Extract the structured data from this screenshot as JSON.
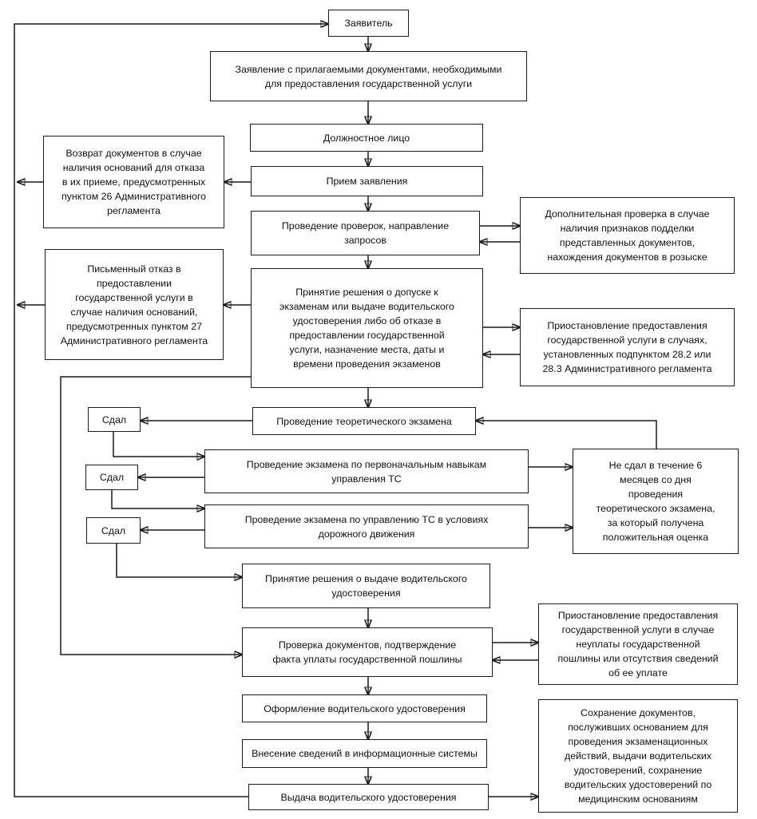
{
  "nodes": {
    "applicant": "Заявитель",
    "application": "Заявление с прилагаемыми документами, необходимыми\nдля предоставления государственной услуги",
    "official": "Должностное лицо",
    "reception": "Прием заявления",
    "return_docs": "Возврат документов в случае\nналичия оснований для отказа\nв их приеме, предусмотренных\nпунктом 26 Административного\nрегламента",
    "checks": "Проведение проверок, направление\nзапросов",
    "extra_check": "Дополнительная проверка в случае\nналичия признаков подделки\nпредставленных документов,\nнахождения документов в розыске",
    "written_refusal": "Письменный отказ в\nпредоставлении\nгосударственной услуги в\nслучае наличия оснований,\nпредусмотренных пунктом 27\nАдминистративного регламента",
    "decision": "Принятие решения о допуске к\nэкзаменам или выдаче водительского\nудостоверения либо об отказе в\nпредоставлении государственной\nуслуги, назначение места, даты и\nвремени проведения экзаменов",
    "suspension_1": "Приостановление предоставления\nгосударственной услуги в случаях,\nустановленных подпунктом 28.2 или\n28.3 Административного регламента",
    "theory_exam": "Проведение теоретического экзамена",
    "passed_1": "Сдал",
    "initial_skills_exam": "Проведение экзамена по первоначальным навыкам\nуправления ТС",
    "passed_2": "Сдал",
    "failed_6_months": "Не сдал в течение 6\nмесяцев со дня\nпроведения\nтеоретического экзамена,\nза который получена\nположительная оценка",
    "road_exam": "Проведение экзамена по управлению ТС в условиях\nдорожного движения",
    "passed_3": "Сдал",
    "license_decision": "Принятие решения о выдаче водительского\nудостоверения",
    "docs_check": "Проверка документов, подтверждение\nфакта уплаты государственной пошлины",
    "suspension_2": "Приостановление предоставления\nгосударственной услуги в случае\nнеуплаты государственной\nпошлины или отсутствия сведений\nоб ее уплате",
    "issue_processing": "Оформление водительского удостоверения",
    "info_systems": "Внесение сведений в информационные системы",
    "storage": "Сохранение документов,\nпослуживших основанием для\nпроведения экзаменационных\nдействий, выдачи водительских\nудостоверений, сохранение\nводительских удостоверений по\nмедицинским основаниям",
    "issue": "Выдача водительского удостоверения"
  }
}
